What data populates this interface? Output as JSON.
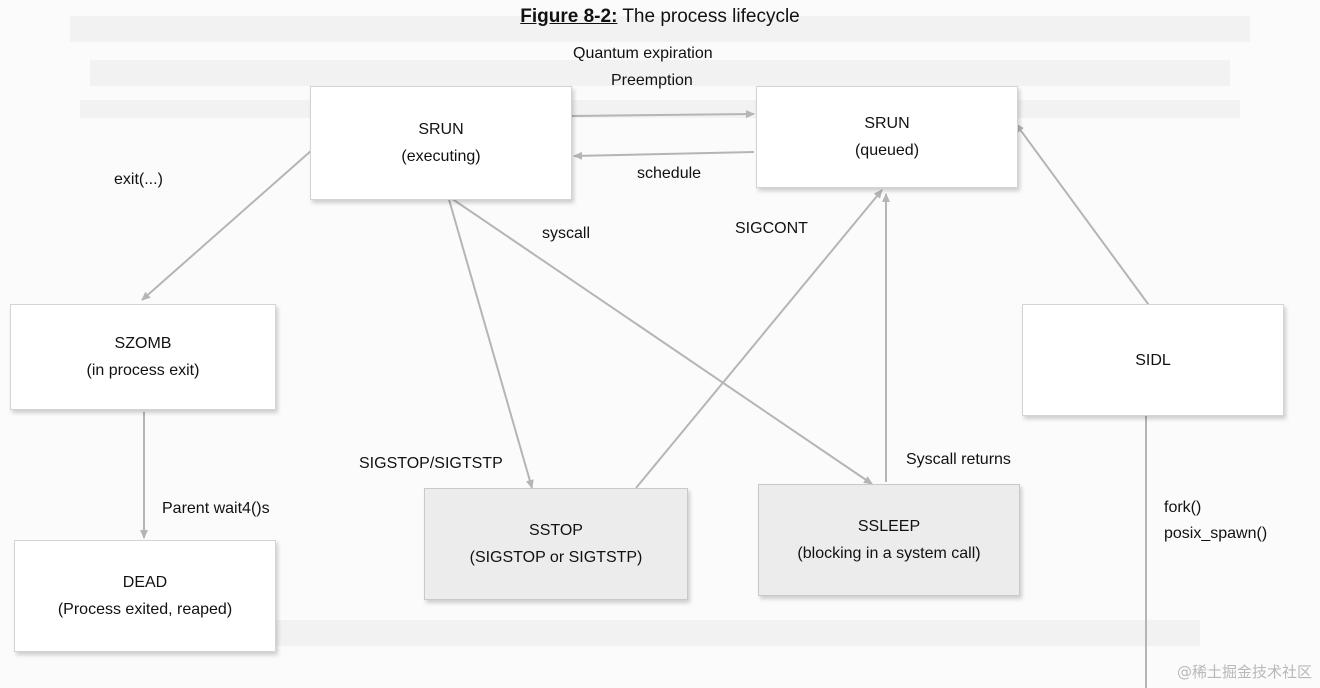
{
  "figure": {
    "label": "Figure 8-2:",
    "caption": "The process lifecycle"
  },
  "nodes": {
    "srun_executing": {
      "line1": "SRUN",
      "line2": "(executing)"
    },
    "srun_queued": {
      "line1": "SRUN",
      "line2": "(queued)"
    },
    "szomb": {
      "line1": "SZOMB",
      "line2": "(in process exit)"
    },
    "sidl": {
      "line1": "SIDL"
    },
    "dead": {
      "line1": "DEAD",
      "line2": "(Process exited, reaped)"
    },
    "sstop": {
      "line1": "SSTOP",
      "line2": "(SIGSTOP or SIGTSTP)"
    },
    "ssleep": {
      "line1": "SSLEEP",
      "line2": "(blocking in a system call)"
    }
  },
  "edge_labels": {
    "quantum_expiration": "Quantum expiration",
    "preemption": "Preemption",
    "schedule": "schedule",
    "exit": "exit(...)",
    "syscall": "syscall",
    "sigcont": "SIGCONT",
    "sigstop_sigtstp": "SIGSTOP/SIGTSTP",
    "syscall_returns": "Syscall returns",
    "parent_wait4": "Parent wait4()s",
    "fork": "fork()",
    "posix_spawn": "posix_spawn()"
  },
  "watermark": "@稀土掘金技术社区",
  "colors": {
    "edge": "#b5b5b5",
    "node_fill": "#ffffff",
    "node_fill_grey": "#ececec",
    "page": "#fbfbfb"
  }
}
